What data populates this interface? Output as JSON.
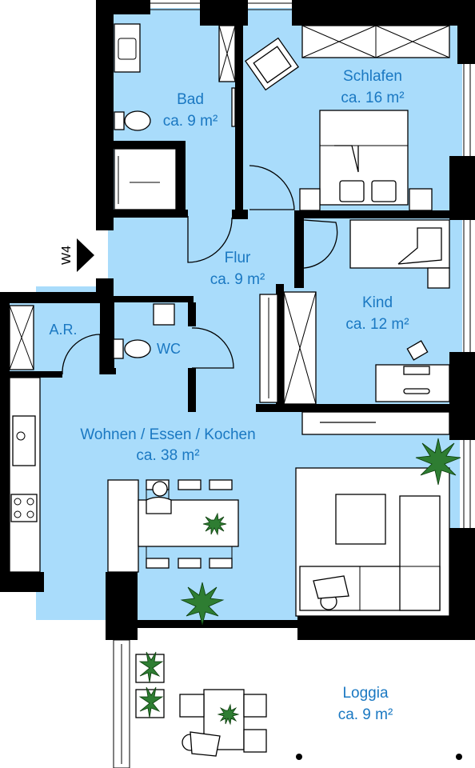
{
  "rooms": {
    "bad": {
      "name": "Bad",
      "area": "ca. 9 m²"
    },
    "schlafen": {
      "name": "Schlafen",
      "area": "ca. 16 m²"
    },
    "flur": {
      "name": "Flur",
      "area": "ca. 9 m²"
    },
    "kind": {
      "name": "Kind",
      "area": "ca. 12 m²"
    },
    "ar": {
      "name": "A.R."
    },
    "wc": {
      "name": "WC"
    },
    "wohnen": {
      "name": "Wohnen / Essen / Kochen",
      "area": "ca. 38 m²"
    },
    "loggia": {
      "name": "Loggia",
      "area": "ca. 9 m²"
    }
  },
  "unit_marker": {
    "label": "W4"
  },
  "colors": {
    "floor": "#a9dcfb",
    "wall": "#000000",
    "label": "#1a78c2",
    "plant": "#2e7d32"
  }
}
